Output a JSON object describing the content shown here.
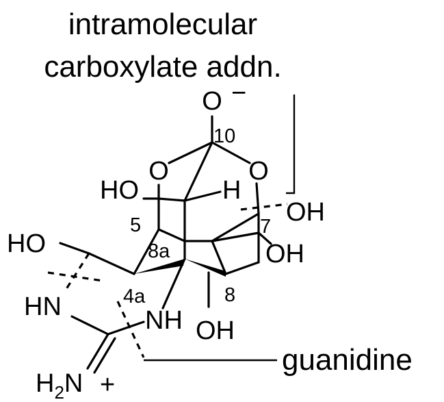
{
  "caption": {
    "line1": "intramolecular",
    "line2": "carboxylate addn."
  },
  "atoms": {
    "o_minus": "O",
    "minus_sign": "−",
    "o_left": "O",
    "o_right": "O",
    "ho_top": "HO",
    "h_top": "H",
    "oh_right_top": "OH",
    "oh_right_mid": "OH",
    "oh_bottom": "OH",
    "ho_left": "HO",
    "hn_left": "HN",
    "nh_mid": "NH",
    "h2n": "H",
    "h2n_sub": "2",
    "h2n_n": "N",
    "plus_sign": "+"
  },
  "numbers": {
    "n10": "10",
    "n5": "5",
    "n8a": "8a",
    "n7": "7",
    "n4a": "4a",
    "n8": "8"
  },
  "callout": {
    "guanidine": "guanidine"
  }
}
